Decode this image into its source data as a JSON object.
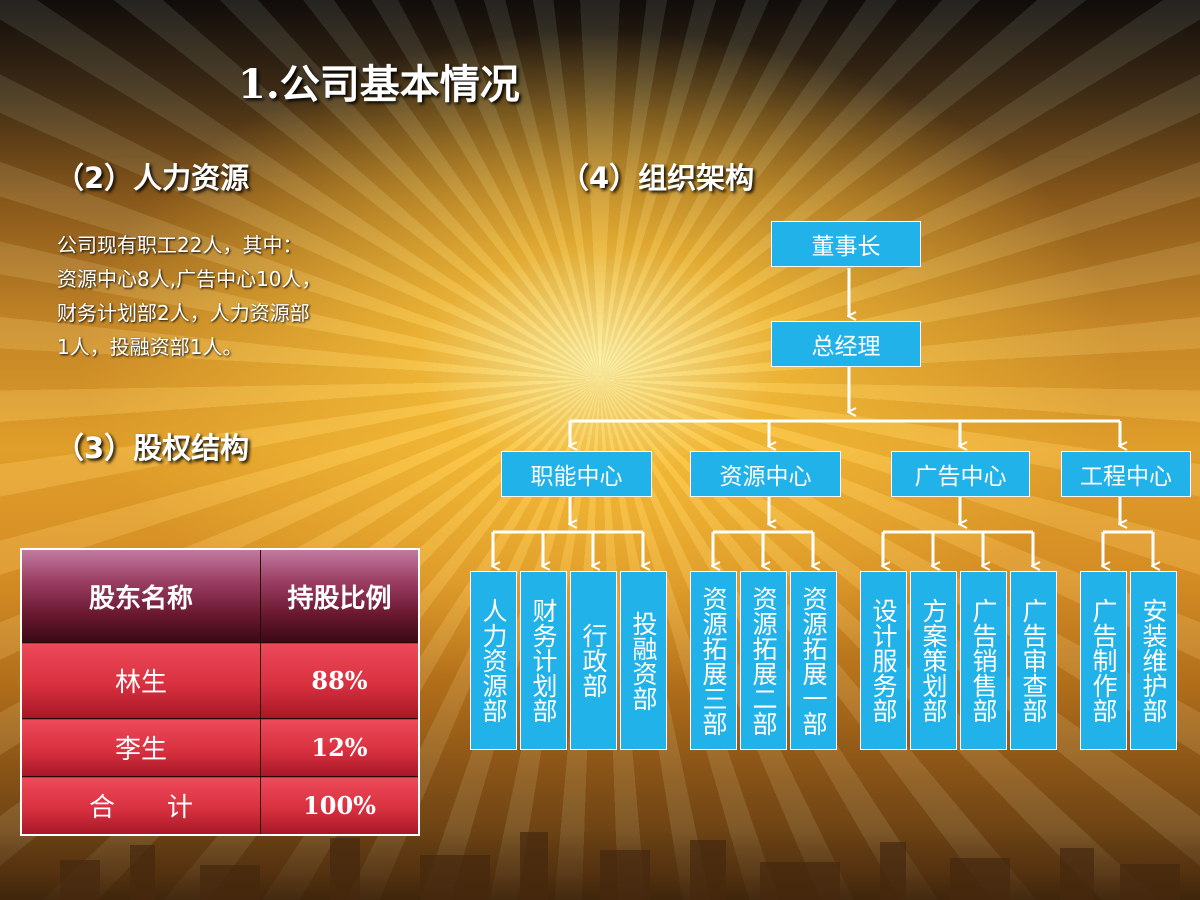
{
  "title": "1.公司基本情况",
  "hr": {
    "heading": "（2）人力资源",
    "lines": [
      "公司现有职工22人，其中：",
      "资源中心8人,广告中心10人，",
      "财务计划部2人，人力资源部",
      "1人，投融资部1人。"
    ]
  },
  "equity": {
    "heading": "（3）股权结构",
    "headers": [
      "股东名称",
      "持股比例"
    ],
    "rows": [
      {
        "name": "林生",
        "share": "88%"
      },
      {
        "name": "李生",
        "share": "12%"
      },
      {
        "name": "合　　计",
        "share": "100%"
      }
    ]
  },
  "org": {
    "heading": "（4）组织架构",
    "chairman": "董事长",
    "gm": "总经理",
    "centers": [
      {
        "name": "职能中心",
        "depts": [
          "人力资源部",
          "财务计划部",
          "行政部",
          "投融资部"
        ]
      },
      {
        "name": "资源中心",
        "depts": [
          "资源拓展三部",
          "资源拓展二部",
          "资源拓展一部"
        ]
      },
      {
        "name": "广告中心",
        "depts": [
          "设计服务部",
          "方案策划部",
          "广告销售部",
          "广告审查部"
        ]
      },
      {
        "name": "工程中心",
        "depts": [
          "广告制作部",
          "安装维护部"
        ]
      }
    ]
  },
  "colors": {
    "node": "#22b2ea",
    "table_body": "#d8303f",
    "table_header": "#7a2040"
  }
}
